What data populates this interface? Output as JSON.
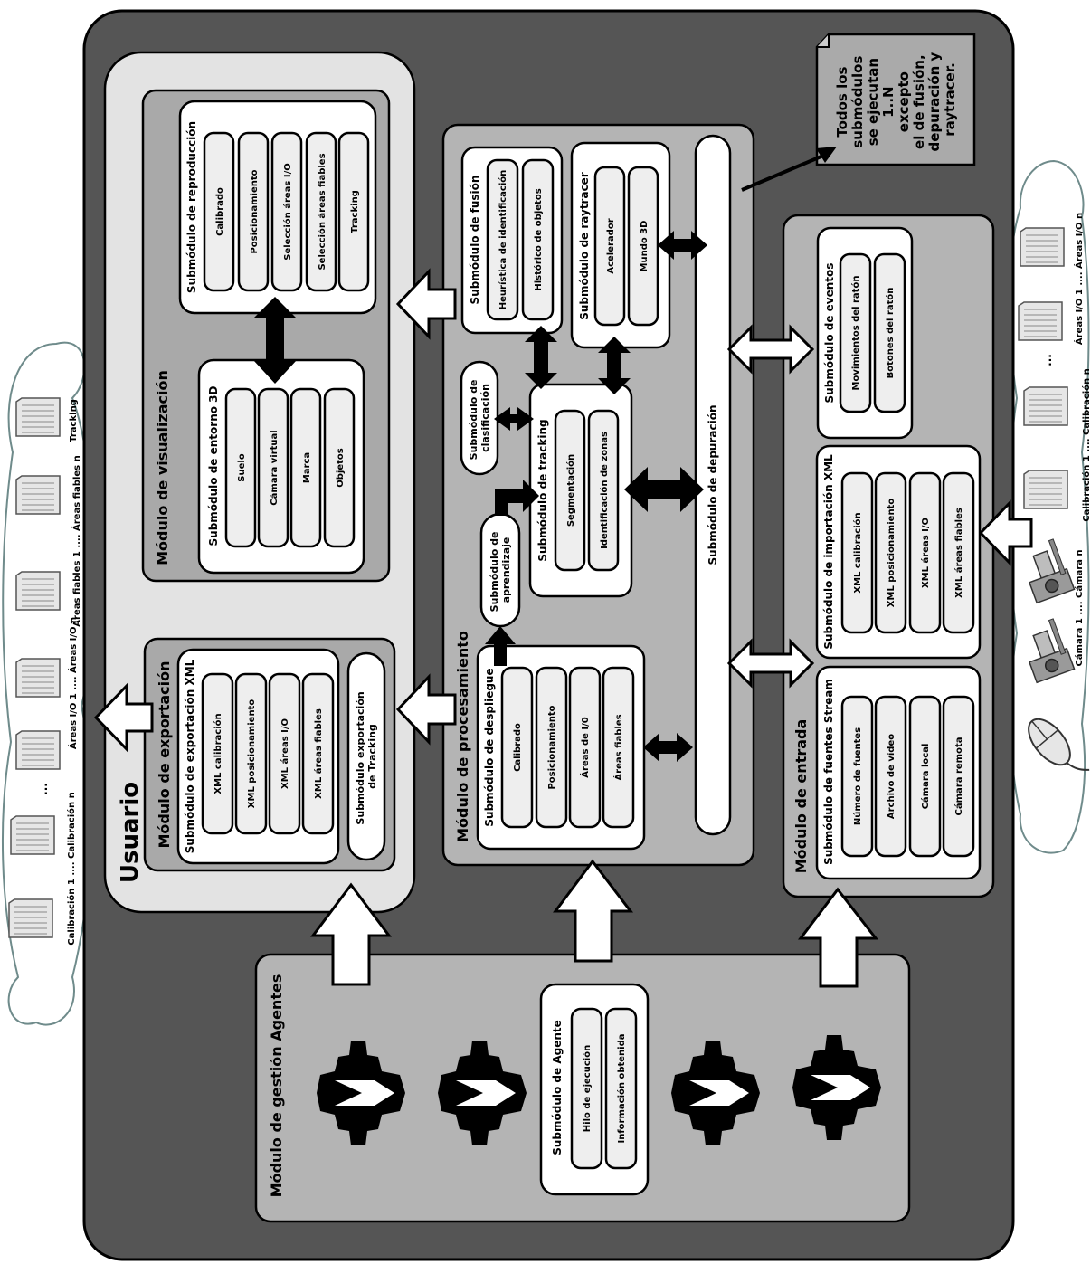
{
  "diagram": {
    "usuario": "Usuario",
    "visualizacion": {
      "title": "Módulo de visualización",
      "reproduccion": {
        "title": "Submódulo de reproducción",
        "items": [
          "Calibrado",
          "Posicionamiento",
          "Selección áreas I/O",
          "Selección áreas fiables",
          "Tracking"
        ]
      },
      "entorno3d": {
        "title": "Submódulo de entorno 3D",
        "items": [
          "Suelo",
          "Cámara virtual",
          "Marca",
          "Objetos"
        ]
      }
    },
    "exportacion": {
      "title": "Módulo de exportación",
      "xml": {
        "title": "Submódulo de exportación XML",
        "items": [
          "XML calibración",
          "XML posicionamiento",
          "XML áreas I/O",
          "XML áreas fiables"
        ]
      },
      "tracking_export": [
        "Submódulo exportación",
        "de Tracking"
      ]
    },
    "procesamiento": {
      "title": "Módulo de procesamiento",
      "fusion": {
        "title": "Submódulo de fusión",
        "items": [
          "Heurística de identificación",
          "Histórico de objetos"
        ]
      },
      "raytracer": {
        "title": "Submódulo de raytracer",
        "items": [
          "Acelerador",
          "Mundo 3D"
        ]
      },
      "clasificacion": [
        "Submódulo de",
        "clasificación"
      ],
      "tracking": {
        "title": "Submódulo de tracking",
        "items": [
          "Segmentación",
          "Identificación de zonas"
        ]
      },
      "aprendizaje": [
        "Submódulo de",
        "aprendizaje"
      ],
      "despliegue": {
        "title": "Submódulo de despliegue",
        "items": [
          "Calibrado",
          "Posicionamiento",
          "Áreas de I/0",
          "Áreas fiables"
        ]
      },
      "depuracion": "Submódulo de depuración"
    },
    "note": [
      "Todos los",
      "submódulos",
      "se ejecutan",
      "1..N",
      "excepto",
      "el de fusión,",
      "depuración y",
      "raytracer."
    ],
    "entrada": {
      "title": "Módulo de entrada",
      "eventos": {
        "title": "Submódulo de eventos",
        "items": [
          "Movimientos del ratón",
          "Botones del ratón"
        ]
      },
      "importacion": {
        "title": "Submódulo de importación XML",
        "items": [
          "XML calibración",
          "XML posicionamiento",
          "XML áreas I/O",
          "XML áreas fiables"
        ]
      },
      "fuentes": {
        "title": "Submódulo de fuentes Stream",
        "items": [
          "Número de fuentes",
          "Archivo de vídeo",
          "Cámara local",
          "Cámara remota"
        ]
      }
    },
    "agentes": {
      "title": "Módulo de gestión Agentes",
      "agente": {
        "title": "Submódulo de Agente",
        "items": [
          "Hilo de ejecución",
          "Información obtenida"
        ]
      }
    },
    "left_cloud": {
      "labels": [
        "Calibración 1 .... Calibración n",
        "Áreas I/O 1 .... Áreas I/O n",
        "Áreas fiables 1 .... Áreas fiables n",
        "Tracking"
      ],
      "dots": "..."
    },
    "right_cloud": {
      "labels": [
        "Áreas I/O 1 .... Áreas I/O n",
        "Calibración 1 .... Calibración n",
        "Cámara 1 .... Cámara n"
      ],
      "dots": "..."
    }
  },
  "colors": {
    "outer": "#555555",
    "panel_light": "#e3e3e3",
    "panel_mid": "#b4b4b4",
    "panel_dark": "#a9a9a9",
    "pill": "#eeeeee",
    "cloud_stroke": "#6f8b8b"
  }
}
